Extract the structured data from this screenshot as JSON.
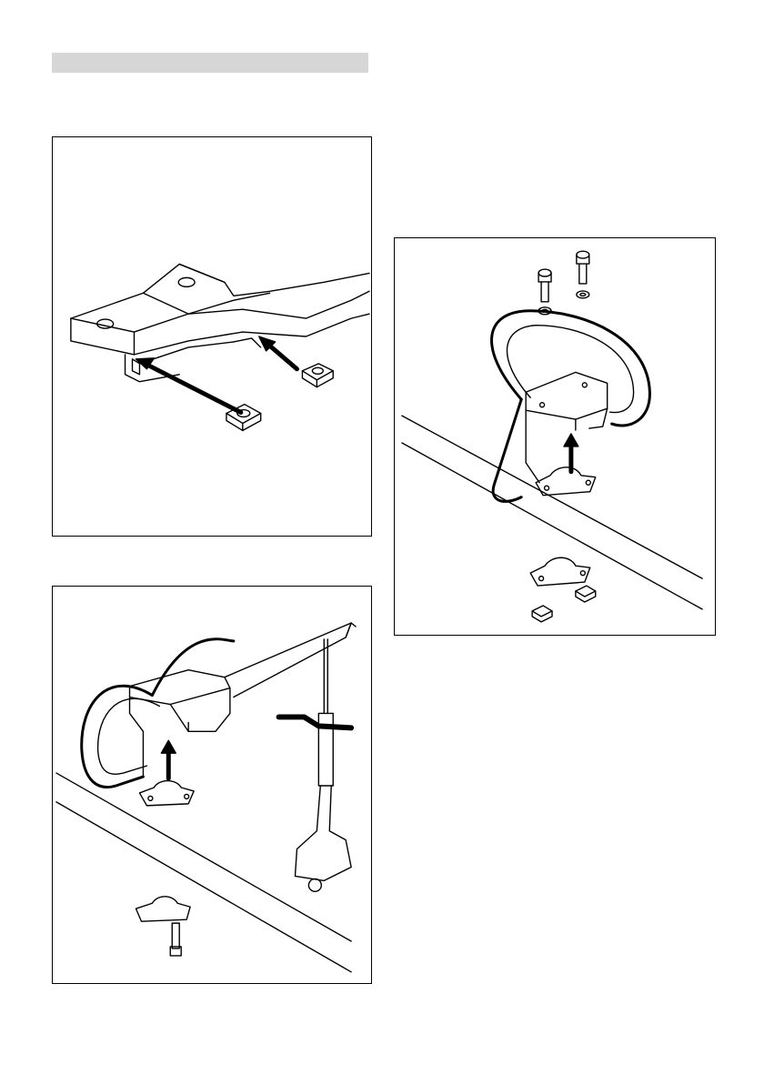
{
  "header": {
    "title": ""
  },
  "footer": {
    "text": ""
  },
  "figures": [
    {
      "id": "fig-1",
      "content": "nuts-inserted-into-handle-clamp"
    },
    {
      "id": "fig-2",
      "content": "loop-handle-mounted-on-drive-tube-with-throttle"
    },
    {
      "id": "fig-3",
      "content": "loop-handle-exploded-with-screws-washers-clamps-nuts"
    }
  ],
  "colors": {
    "line": "#000000",
    "title_bar": "#d6d6d6"
  }
}
